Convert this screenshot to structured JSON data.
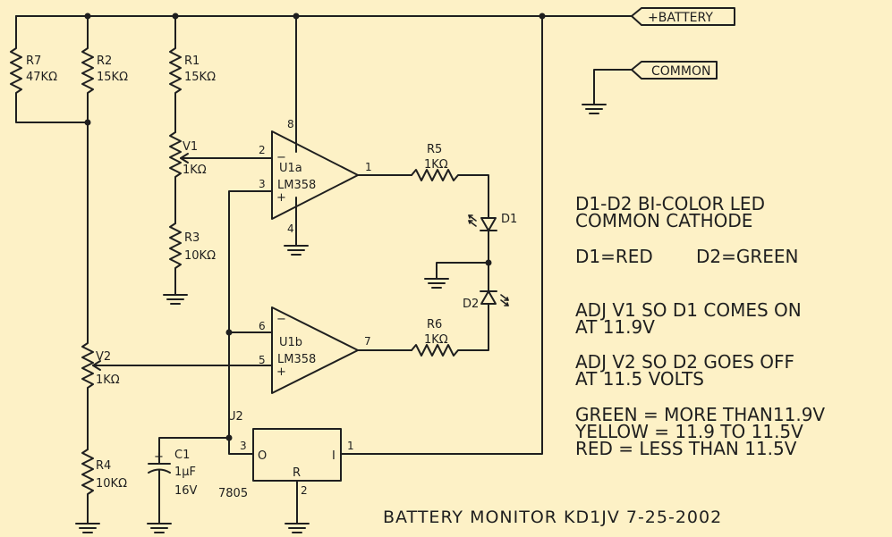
{
  "nets": {
    "battery": "+BATTERY",
    "common": "COMMON"
  },
  "resistors": {
    "r7": {
      "ref": "R7",
      "value": "47KΩ"
    },
    "r2": {
      "ref": "R2",
      "value": "15KΩ"
    },
    "r1": {
      "ref": "R1",
      "value": "15KΩ"
    },
    "r3": {
      "ref": "R3",
      "value": "10KΩ"
    },
    "r4": {
      "ref": "R4",
      "value": "10KΩ"
    },
    "r5": {
      "ref": "R5",
      "value": "1KΩ"
    },
    "r6": {
      "ref": "R6",
      "value": "1KΩ"
    }
  },
  "pots": {
    "v1": {
      "ref": "V1",
      "value": "1KΩ"
    },
    "v2": {
      "ref": "V2",
      "value": "1KΩ"
    }
  },
  "opamps": {
    "u1a": {
      "ref": "U1a",
      "part": "LM358",
      "pins": [
        "2",
        "3",
        "1",
        "8",
        "4"
      ],
      "inv": "−",
      "noninv": "+"
    },
    "u1b": {
      "ref": "U1b",
      "part": "LM358",
      "pins": [
        "6",
        "5",
        "7"
      ],
      "inv": "−",
      "noninv": "+"
    }
  },
  "regulator": {
    "ref": "U2",
    "part": "7805",
    "pin_in": "1",
    "pin_out": "3",
    "pin_gnd": "2",
    "label_in": "I",
    "label_out": "O",
    "label_gnd": "R"
  },
  "capacitor": {
    "ref": "C1",
    "value": "1µF",
    "voltage": "16V",
    "polarity": "+"
  },
  "leds": {
    "d1": "D1",
    "d2": "D2"
  },
  "notes": [
    "D1-D2 BI-COLOR LED",
    "COMMON CATHODE",
    "D1=RED",
    "D2=GREEN",
    "ADJ V1 SO D1 COMES ON",
    "AT 11.9V",
    "ADJ V2 SO D2 GOES OFF",
    "AT 11.5 VOLTS",
    "GREEN = MORE THAN11.9V",
    "YELLOW = 11.9 TO 11.5V",
    "RED     = LESS THAN 11.5V"
  ],
  "title": "BATTERY MONITOR KD1JV 7-25-2002"
}
